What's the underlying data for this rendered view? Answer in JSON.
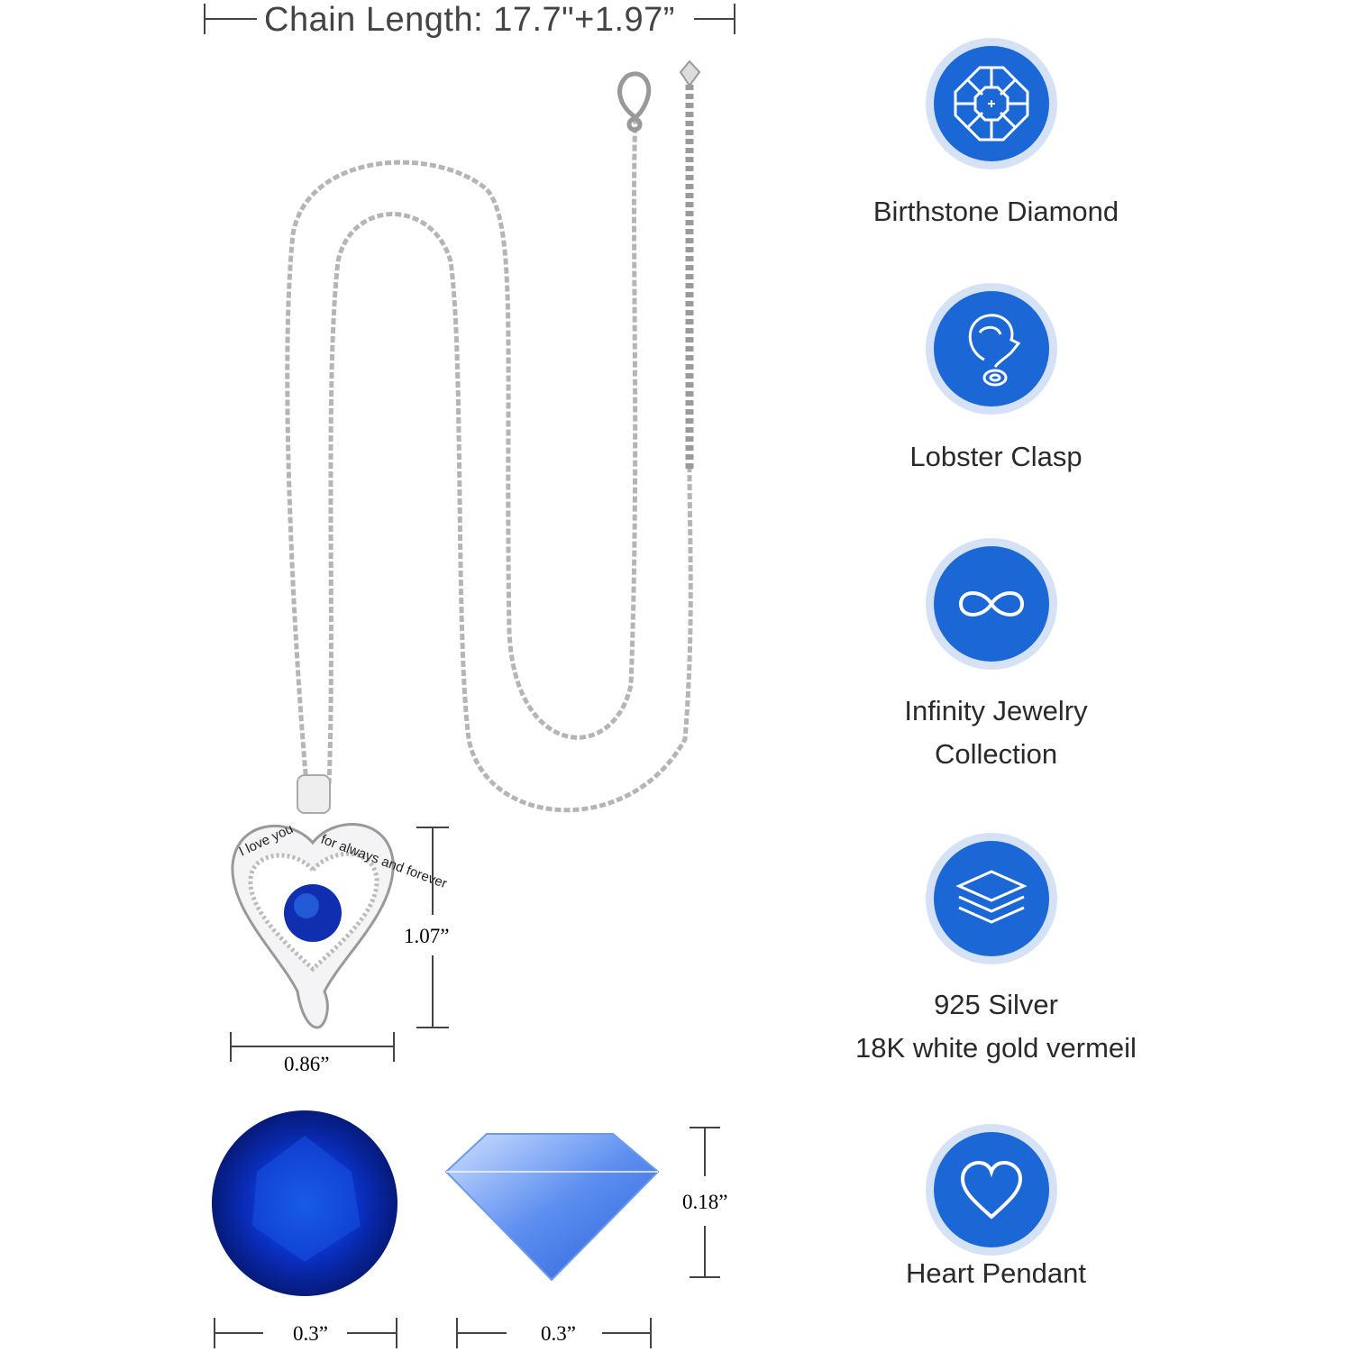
{
  "header": {
    "chain_length_label": "Chain Length: 17.7\"+1.97”"
  },
  "pendant": {
    "engraving_left": "I love you",
    "engraving_right": "for always and forever",
    "height_label": "1.07”",
    "width_label": "0.86”"
  },
  "stones": {
    "round_width_label": "0.3”",
    "side_width_label": "0.3”",
    "side_height_label": "0.18”"
  },
  "features": [
    {
      "icon": "octagon-gem-icon",
      "label": "Birthstone Diamond"
    },
    {
      "icon": "lobster-clasp-icon",
      "label": "Lobster Clasp"
    },
    {
      "icon": "infinity-icon",
      "label_line1": "Infinity Jewelry",
      "label_line2": "Collection"
    },
    {
      "icon": "layers-icon",
      "label_line1": "925 Silver",
      "label_line2": "18K white gold vermeil"
    },
    {
      "icon": "heart-icon",
      "label": "Heart Pendant"
    }
  ],
  "colors": {
    "accent": "#1b67d6",
    "ring": "#d5e2f5",
    "stone": "#0f2fb0"
  }
}
